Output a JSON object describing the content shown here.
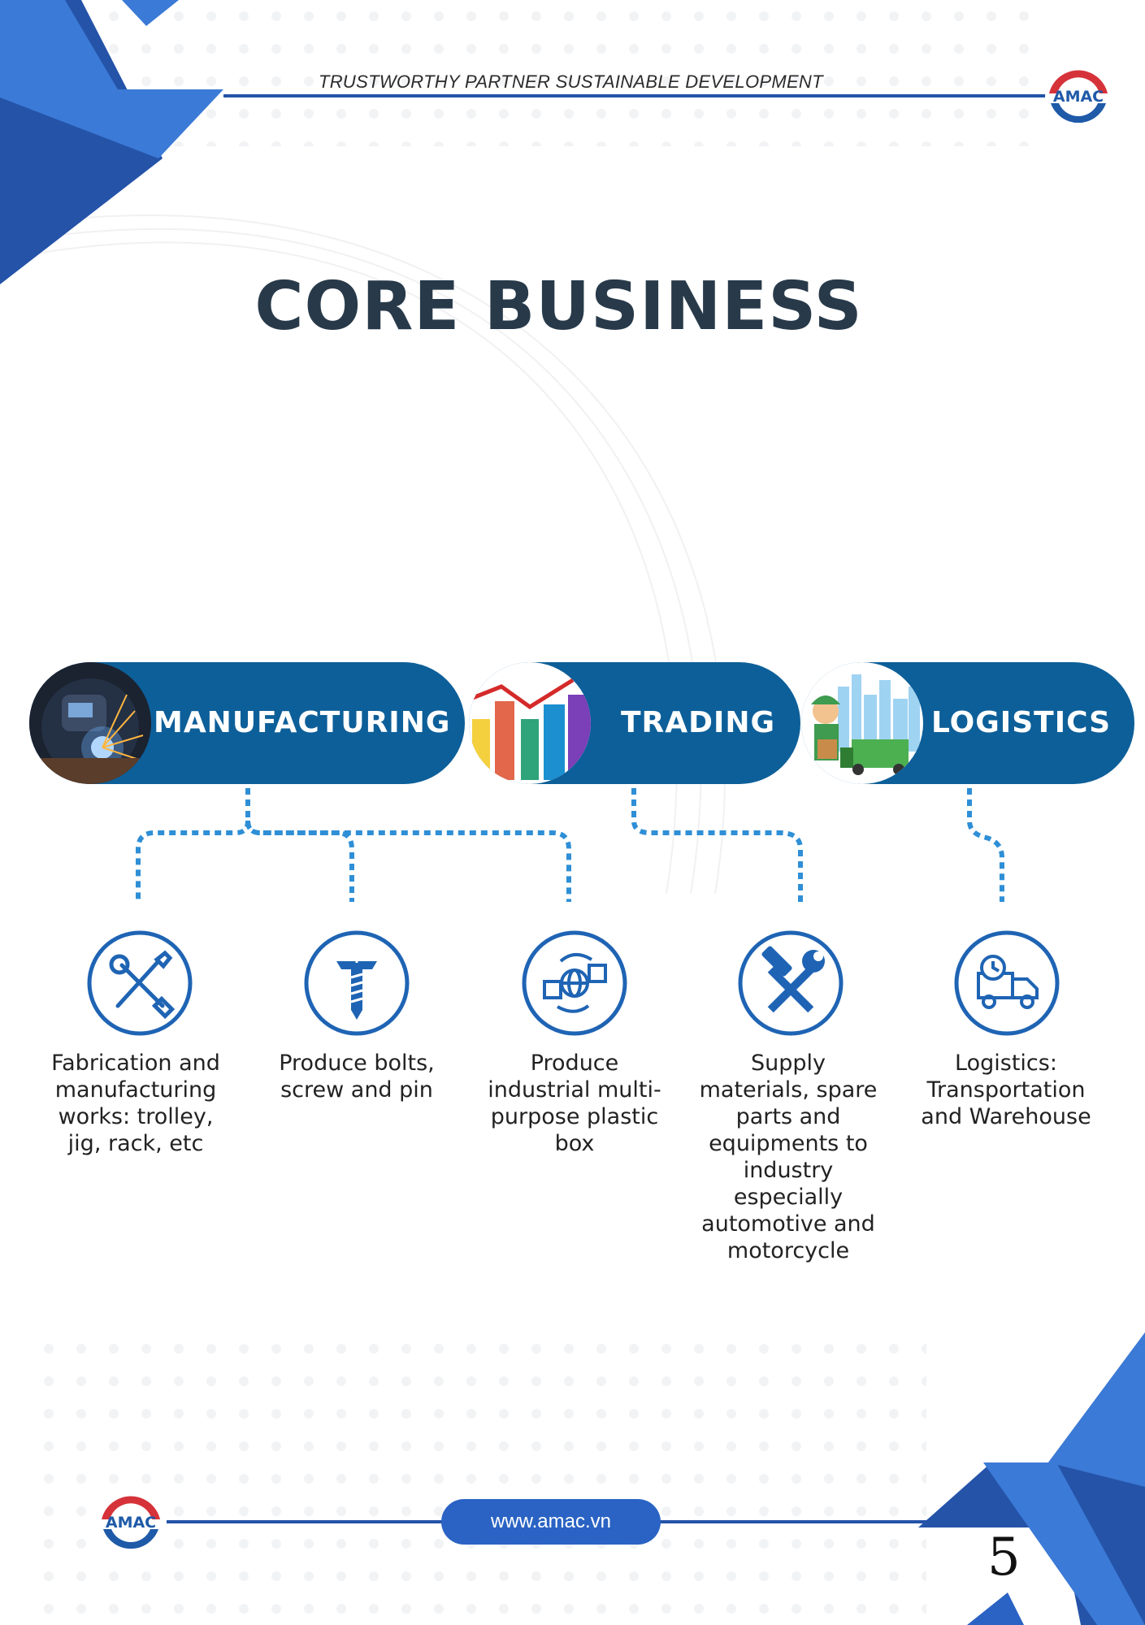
{
  "header": {
    "tagline": "TRUSTWORTHY PARTNER SUSTAINABLE DEVELOPMENT",
    "logo_text": "AMAC"
  },
  "page_title": "CORE BUSINESS",
  "categories": [
    {
      "label": "MANUFACTURING",
      "image": "welding-photo"
    },
    {
      "label": "TRADING",
      "image": "bar-chart-illustration"
    },
    {
      "label": "LOGISTICS",
      "image": "delivery-illustration"
    }
  ],
  "services": [
    {
      "label": "Fabrication and manufacturing works: trolley, jig, rack, etc",
      "icon": "tools-icon"
    },
    {
      "label": "Produce bolts, screw and pin",
      "icon": "screw-icon"
    },
    {
      "label": "Produce industrial multi-purpose plastic box",
      "icon": "global-box-icon"
    },
    {
      "label": "Supply materials, spare parts and equipments to industry especially automotive and motorcycle",
      "icon": "hammer-wrench-icon"
    },
    {
      "label": "Logistics: Transportation and Warehouse",
      "icon": "delivery-truck-icon"
    }
  ],
  "footer": {
    "logo_text": "AMAC",
    "url": "www.amac.vn",
    "page_number": "5"
  },
  "colors": {
    "primary_blue": "#0d5f99",
    "accent_blue": "#2a63c4",
    "title_dark": "#283a4a",
    "logo_red": "#d6323a"
  }
}
